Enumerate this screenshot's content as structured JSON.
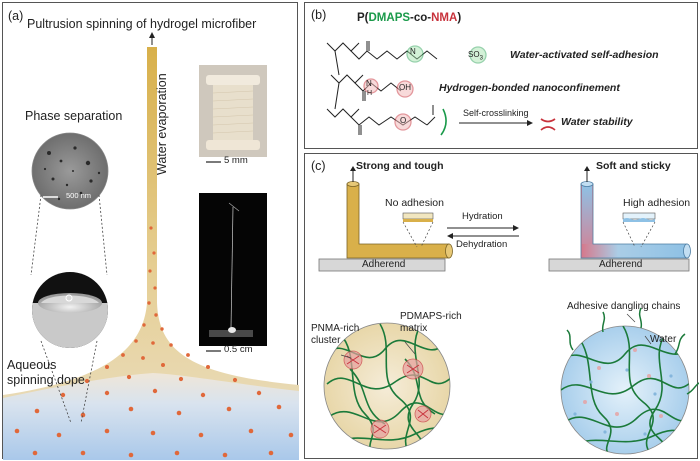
{
  "panel_a": {
    "label": "(a)",
    "title": "Pultrusion spinning of hydrogel microfiber",
    "phase_separation": "Phase separation",
    "sem_scale": "500 nm",
    "water_evaporation": "Water evaporation",
    "aqueous_dope": "Aqueous\nspinning dope",
    "spool_scale": "5 mm",
    "fiber_scale": "0.5 cm"
  },
  "panel_b": {
    "label": "(b)",
    "polymer_prefix": "P(",
    "polymer_dmaps": "DMAPS",
    "polymer_co": "-co-",
    "polymer_nma": "NMA",
    "polymer_suffix": ")",
    "so3": "SO",
    "so3_sub": "3",
    "n_plus": "N",
    "n_h": "N",
    "h_label": "H",
    "o_label": "O",
    "oh_label": "OH",
    "water_self_adhesion": "Water-activated self-adhesion",
    "hbond_nanoconfinement": "Hydrogen-bonded nanoconfinement",
    "self_crosslinking": "Self-crosslinking",
    "water_stability": "Water stability"
  },
  "panel_c": {
    "label": "(c)",
    "strong_tough": "Strong and tough",
    "soft_sticky": "Soft and sticky",
    "no_adhesion": "No adhesion",
    "high_adhesion": "High adhesion",
    "hydration": "Hydration",
    "dehydration": "Dehydration",
    "adherend_left": "Adherend",
    "adherend_right": "Adherend",
    "pnma_cluster": "PNMA-rich\ncluster",
    "pdmaps_matrix": "PDMAPS-rich\nmatrix",
    "adhesive_chains": "Adhesive dangling chains",
    "water": "Water"
  },
  "colors": {
    "fiber_yellow": "#d8b04a",
    "hydrogel_blue": "#9cc9e8",
    "dmaps_green": "#1a9a4a",
    "nma_red": "#c8323c",
    "dot_orange": "#e0683a"
  }
}
